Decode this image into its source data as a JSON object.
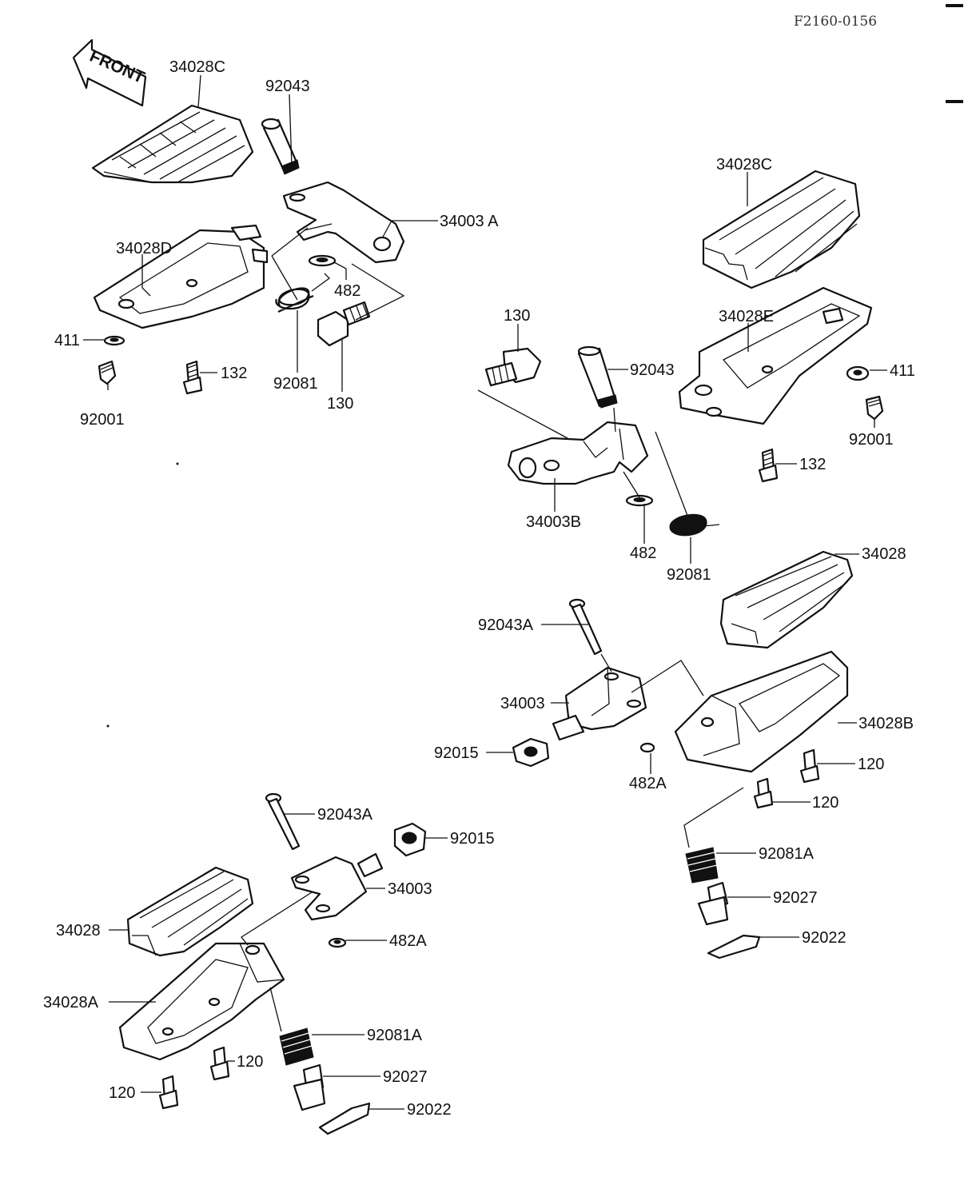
{
  "drawing_code": "F2160-0156",
  "front_label": "FRONT",
  "callouts": {
    "c_34028C_a": "34028C",
    "c_92043_a": "92043",
    "c_34003A": "34003 A",
    "c_34028D": "34028D",
    "c_482_a": "482",
    "c_411_a": "411",
    "c_132_a": "132",
    "c_92081_a": "92081",
    "c_130_a": "130",
    "c_92001_a": "92001",
    "c_34028C_b": "34028C",
    "c_34028E": "34028E",
    "c_130_b": "130",
    "c_92043_b": "92043",
    "c_411_b": "411",
    "c_92001_b": "92001",
    "c_132_b": "132",
    "c_34003B": "34003B",
    "c_482_b": "482",
    "c_92081_b": "92081",
    "c_34028_a": "34028",
    "c_92043A_a": "92043A",
    "c_34003_a": "34003",
    "c_34028B": "34028B",
    "c_92015_a": "92015",
    "c_482A_a": "482A",
    "c_120_a": "120",
    "c_120_b": "120",
    "c_92043A_b": "92043A",
    "c_92015_b": "92015",
    "c_92081A_a": "92081A",
    "c_34003_b": "34003",
    "c_92027_a": "92027",
    "c_34028_b": "34028",
    "c_482A_b": "482A",
    "c_92022_a": "92022",
    "c_34028A": "34028A",
    "c_92081A_b": "92081A",
    "c_120_c": "120",
    "c_92027_b": "92027",
    "c_120_d": "120",
    "c_92022_b": "92022"
  }
}
